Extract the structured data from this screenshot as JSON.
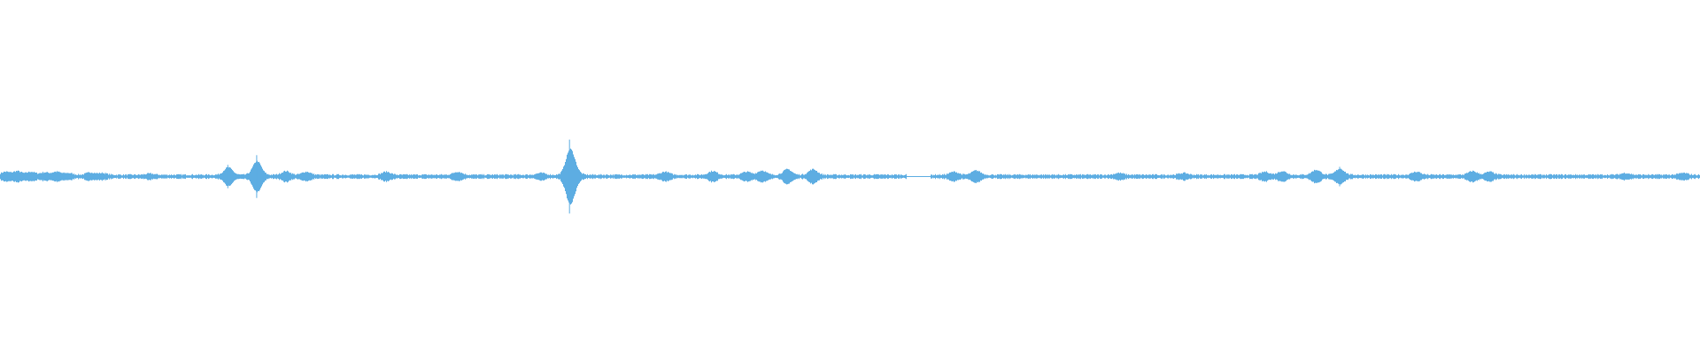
{
  "waveform": {
    "color": "#5dade2",
    "background": "#ffffff",
    "duration_fraction_range": [
      0,
      1
    ],
    "gap_regions": [
      [
        0.533,
        0.547
      ]
    ],
    "peaks": [
      {
        "t": 0.003,
        "a": 0.05
      },
      {
        "t": 0.01,
        "a": 0.06
      },
      {
        "t": 0.018,
        "a": 0.05
      },
      {
        "t": 0.026,
        "a": 0.04
      },
      {
        "t": 0.033,
        "a": 0.05
      },
      {
        "t": 0.04,
        "a": 0.03
      },
      {
        "t": 0.053,
        "a": 0.04
      },
      {
        "t": 0.06,
        "a": 0.03
      },
      {
        "t": 0.088,
        "a": 0.02
      },
      {
        "t": 0.134,
        "a": 0.12
      },
      {
        "t": 0.151,
        "a": 0.22
      },
      {
        "t": 0.168,
        "a": 0.06
      },
      {
        "t": 0.18,
        "a": 0.05
      },
      {
        "t": 0.227,
        "a": 0.05
      },
      {
        "t": 0.269,
        "a": 0.05
      },
      {
        "t": 0.318,
        "a": 0.03
      },
      {
        "t": 0.335,
        "a": 0.38
      },
      {
        "t": 0.338,
        "a": 0.07
      },
      {
        "t": 0.391,
        "a": 0.05
      },
      {
        "t": 0.419,
        "a": 0.06
      },
      {
        "t": 0.439,
        "a": 0.05
      },
      {
        "t": 0.448,
        "a": 0.07
      },
      {
        "t": 0.463,
        "a": 0.09
      },
      {
        "t": 0.478,
        "a": 0.09
      },
      {
        "t": 0.561,
        "a": 0.05
      },
      {
        "t": 0.574,
        "a": 0.07
      },
      {
        "t": 0.658,
        "a": 0.03
      },
      {
        "t": 0.696,
        "a": 0.03
      },
      {
        "t": 0.744,
        "a": 0.05
      },
      {
        "t": 0.754,
        "a": 0.06
      },
      {
        "t": 0.774,
        "a": 0.08
      },
      {
        "t": 0.788,
        "a": 0.1
      },
      {
        "t": 0.833,
        "a": 0.05
      },
      {
        "t": 0.866,
        "a": 0.06
      },
      {
        "t": 0.876,
        "a": 0.05
      },
      {
        "t": 0.956,
        "a": 0.03
      },
      {
        "t": 0.99,
        "a": 0.03
      }
    ]
  }
}
